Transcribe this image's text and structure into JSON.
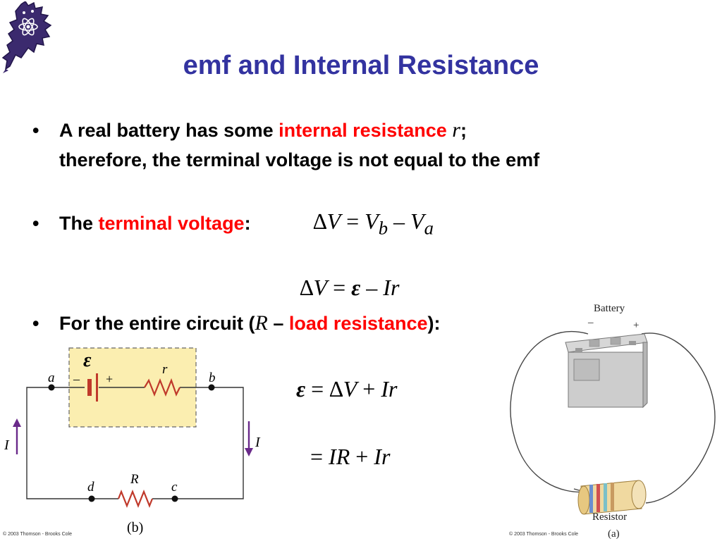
{
  "title": "emf and Internal Resistance",
  "bullet1": {
    "pre": "A real battery has some ",
    "highlight": "internal resistance",
    "symbol": "r",
    "post": ";",
    "line2": "therefore, the terminal voltage is not equal to the emf"
  },
  "bullet2": {
    "pre": "The ",
    "highlight": "terminal voltage",
    "post": ":"
  },
  "bullet3": {
    "pre": "For the entire circuit (",
    "symbol": "R",
    "dash": " – ",
    "highlight": "load resistance",
    "post": "):"
  },
  "colors": {
    "title": "#3333a0",
    "highlight": "#ff0000",
    "emf_box": "#fbeeb0"
  },
  "diagram_b": {
    "emf": "ε",
    "r": "r",
    "R": "R",
    "a": "a",
    "b": "b",
    "c": "c",
    "d": "d",
    "I_left": "I",
    "I_right": "I",
    "minus": "–",
    "plus": "+",
    "caption": "(b)"
  },
  "diagram_a": {
    "battery": "Battery",
    "minus": "–",
    "plus": "+",
    "resistor": "Resistor",
    "caption": "(a)"
  },
  "credits": {
    "left": "© 2003 Thomson - Brooks Cole",
    "right": "© 2003 Thomson - Brooks Cole"
  }
}
